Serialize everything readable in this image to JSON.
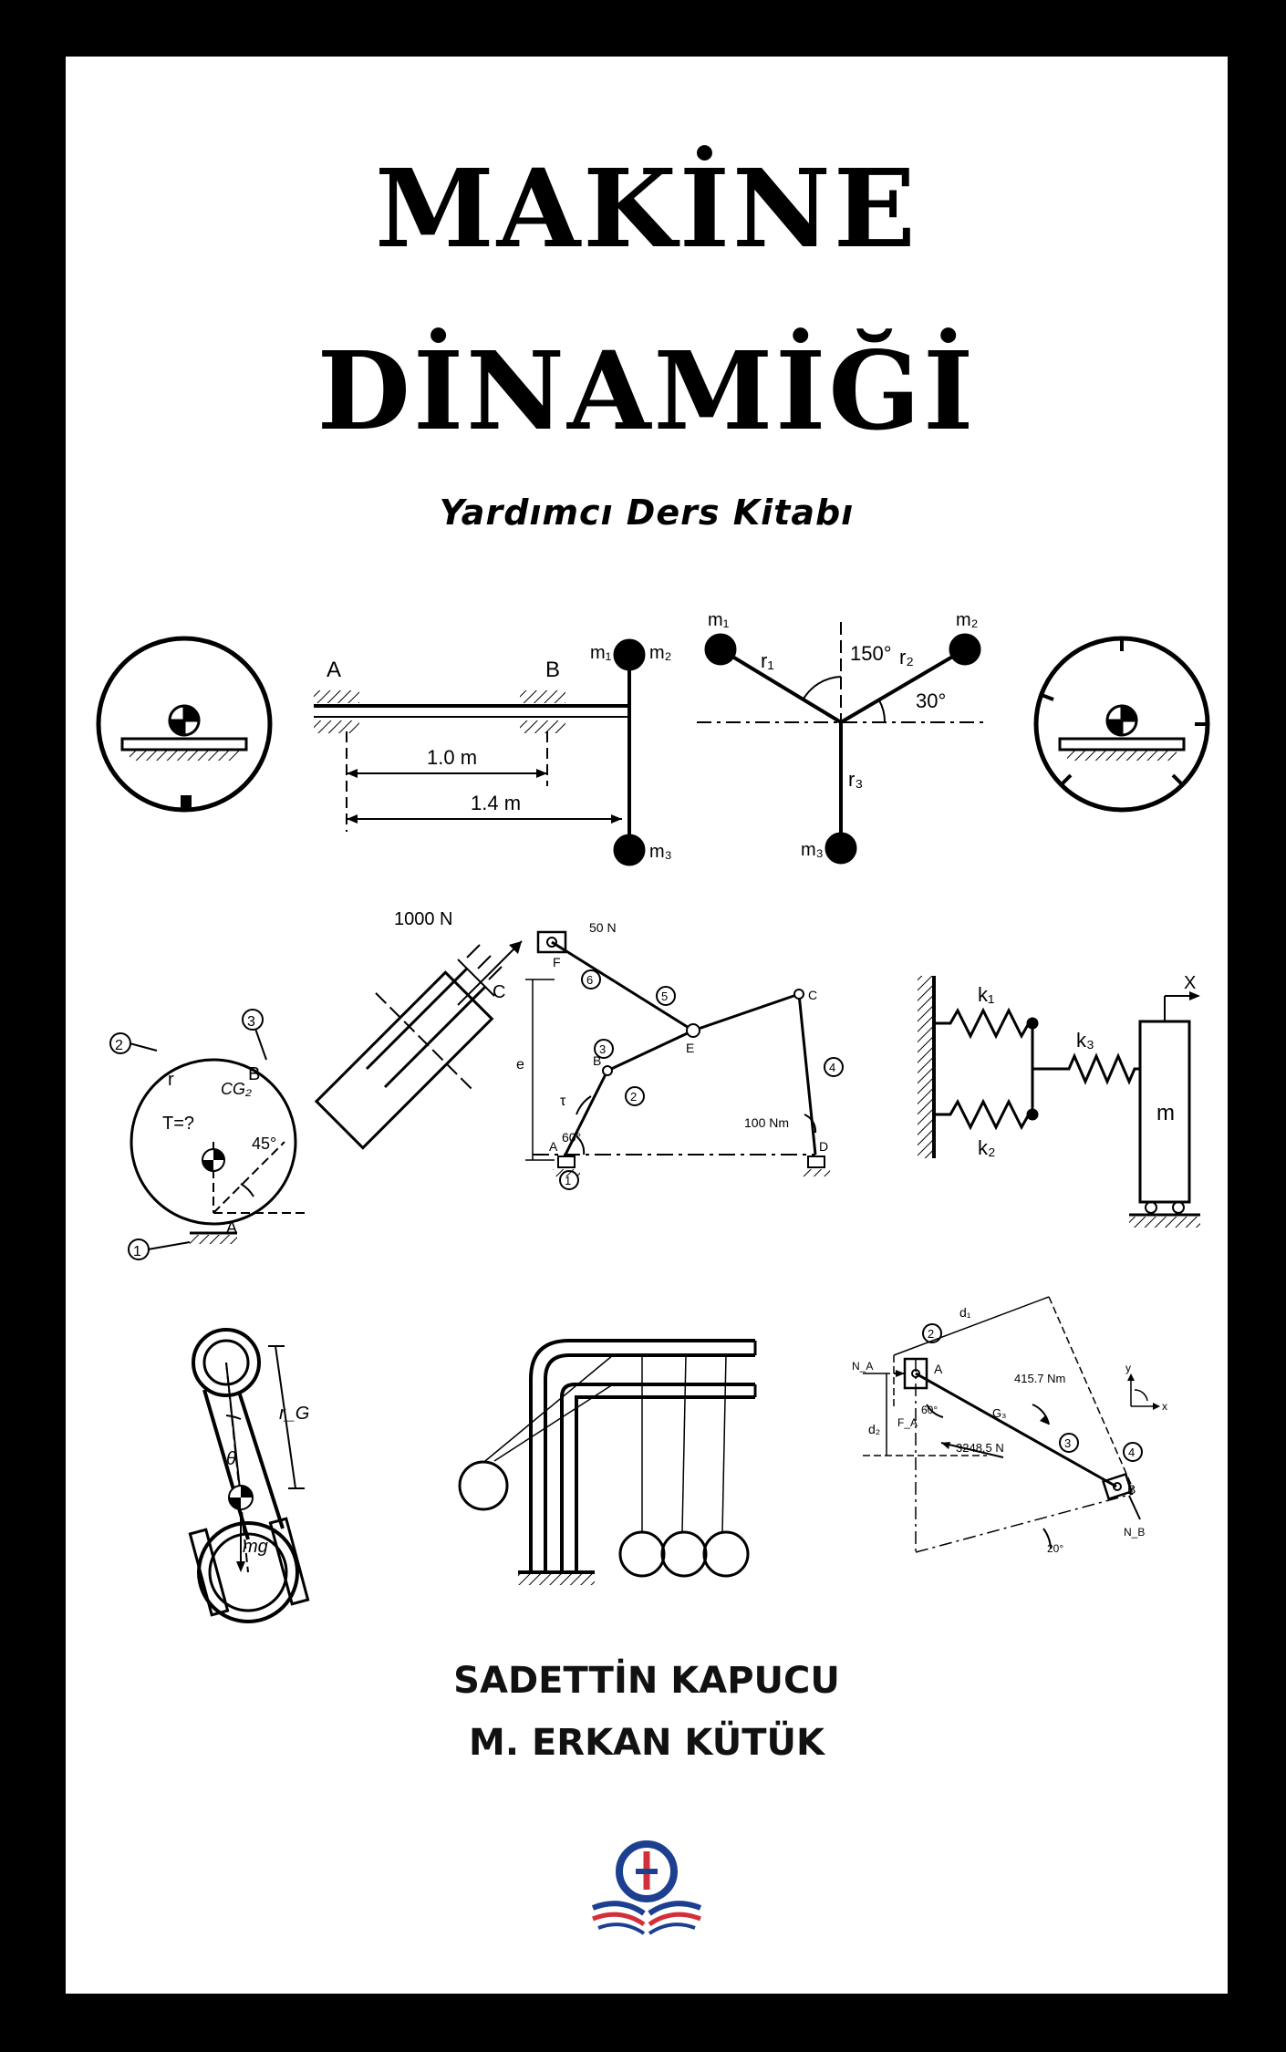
{
  "cover": {
    "title_line1": "MAKİNE",
    "title_line2": "DİNAMİĞİ",
    "subtitle": "Yardımcı Ders Kitabı",
    "authors": [
      "SADETTİN KAPUCU",
      "M. ERKAN KÜTÜK"
    ]
  },
  "figures": {
    "shaft": {
      "bearing_a": "A",
      "bearing_b": "B",
      "dim_1": "1.0 m",
      "dim_2": "1.4 m",
      "m1": "m₁",
      "m2": "m₂",
      "m3": "m₃"
    },
    "rotor": {
      "m1": "m₁",
      "m2": "m₂",
      "m3": "m₃",
      "r1": "r₁",
      "r2": "r₂",
      "r3": "r₃",
      "angle_1": "150°",
      "angle_2": "30°"
    },
    "disk_slider": {
      "force": "1000 N",
      "c": "C",
      "b": "B",
      "a": "A",
      "r": "r",
      "cg": "CG₂",
      "torque": "T=?",
      "angle": "45°",
      "n1": "1",
      "n2": "2",
      "n3": "3"
    },
    "linkage": {
      "force": "50 N",
      "torque": "100 Nm",
      "angle": "60°",
      "e": "e",
      "tau": "τ",
      "a": "A",
      "b": "B",
      "c": "C",
      "d": "D",
      "e_pt": "E",
      "f": "F",
      "n1": "1",
      "n2": "2",
      "n3": "3",
      "n4": "4",
      "n5": "5",
      "n6": "6"
    },
    "spring_mass": {
      "k1": "k₁",
      "k2": "k₂",
      "k3": "k₃",
      "m": "m",
      "x": "X"
    },
    "conrod": {
      "rg": "r_G",
      "theta": "θ",
      "mg": "mg"
    },
    "slider_bar": {
      "d1": "d₁",
      "d2": "d₂",
      "na": "N_A",
      "nb": "N_B",
      "fa": "F_A",
      "a": "A",
      "b": "B",
      "g3": "G₃",
      "moment": "415.7 Nm",
      "force": "3248.5 N",
      "angle_1": "60°",
      "angle_2": "20°",
      "n2": "2",
      "n3": "3",
      "n4": "4",
      "y": "y",
      "x": "x"
    }
  },
  "colors": {
    "frame": "#000000",
    "page": "#ffffff",
    "logo_blue": "#1d3f8f",
    "logo_red": "#d32f3b"
  }
}
